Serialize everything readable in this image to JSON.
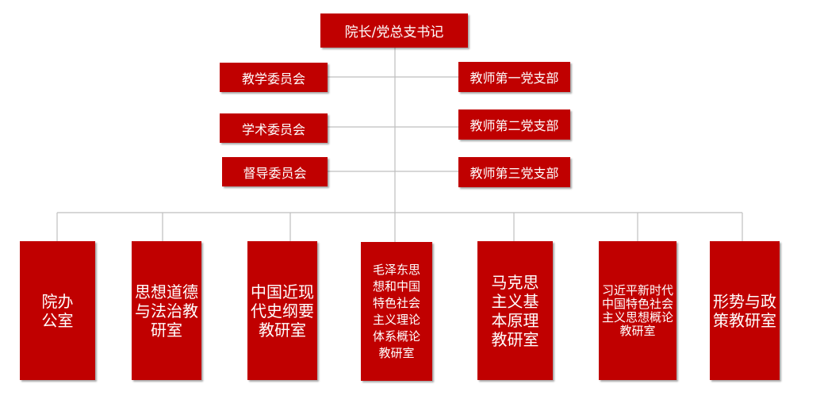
{
  "colors": {
    "box_fill": "#c00000",
    "box_text": "#ffffff",
    "connector": "#bfbfbf"
  },
  "head": {
    "label": "院长/党总支书记"
  },
  "committees": [
    {
      "label": "教学委员会"
    },
    {
      "label": "学术委员会"
    },
    {
      "label": "督导委员会"
    }
  ],
  "branches": [
    {
      "label": "教师第一党支部"
    },
    {
      "label": "教师第二党支部"
    },
    {
      "label": "教师第三党支部"
    }
  ],
  "units": [
    {
      "label": "院办公室"
    },
    {
      "label": "思想道德与法治教研室"
    },
    {
      "label": "中国近现代史纲要教研室"
    },
    {
      "label": "毛泽东思想和中国特色社会主义理论体系概论教研室"
    },
    {
      "label": "马克思主义基本原理教研室"
    },
    {
      "label": "习近平新时代中国特色社会主义思想概论教研室"
    },
    {
      "label": "形势与政策教研室"
    }
  ]
}
